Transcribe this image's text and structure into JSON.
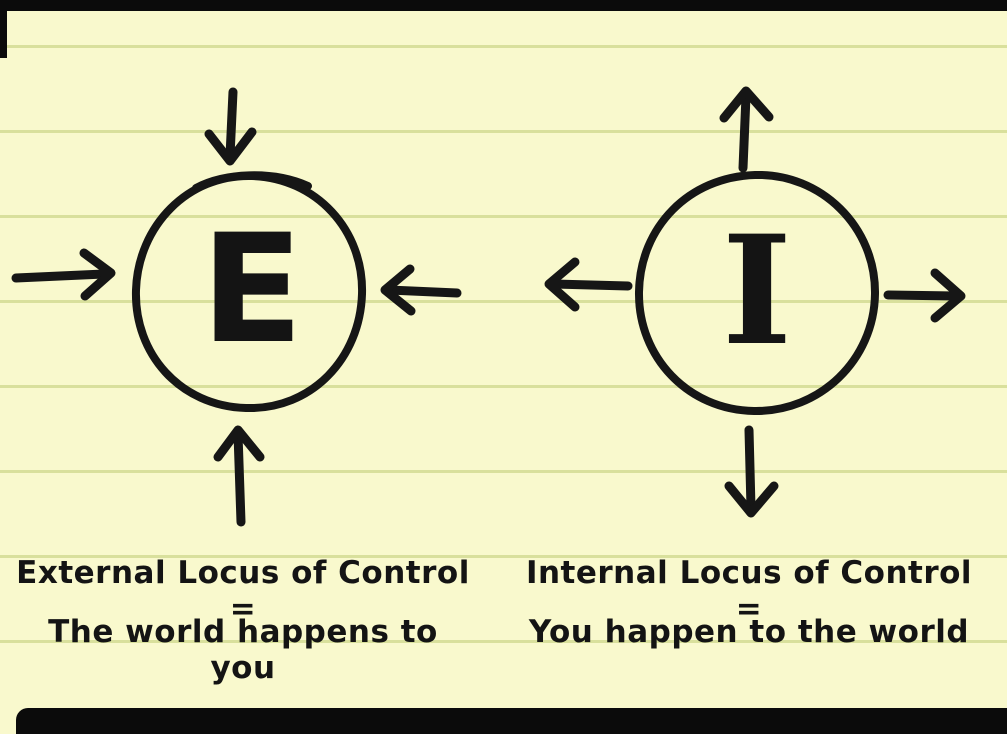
{
  "page": {
    "paper_color": "#f9f9cd",
    "rule_line_color": "#d9e09c",
    "ink_color": "#161616"
  },
  "diagram": {
    "external": {
      "letter": "E",
      "title": "External Locus of Control =",
      "subtitle": "The world happens to you",
      "arrow_icons": [
        "arrow-down-inward-icon",
        "arrow-right-inward-icon",
        "arrow-left-inward-icon",
        "arrow-up-inward-icon"
      ]
    },
    "internal": {
      "letter": "I",
      "title": "Internal Locus of Control =",
      "subtitle": "You happen to the world",
      "arrow_icons": [
        "arrow-up-outward-icon",
        "arrow-left-outward-icon",
        "arrow-right-outward-icon",
        "arrow-down-outward-icon"
      ]
    }
  }
}
